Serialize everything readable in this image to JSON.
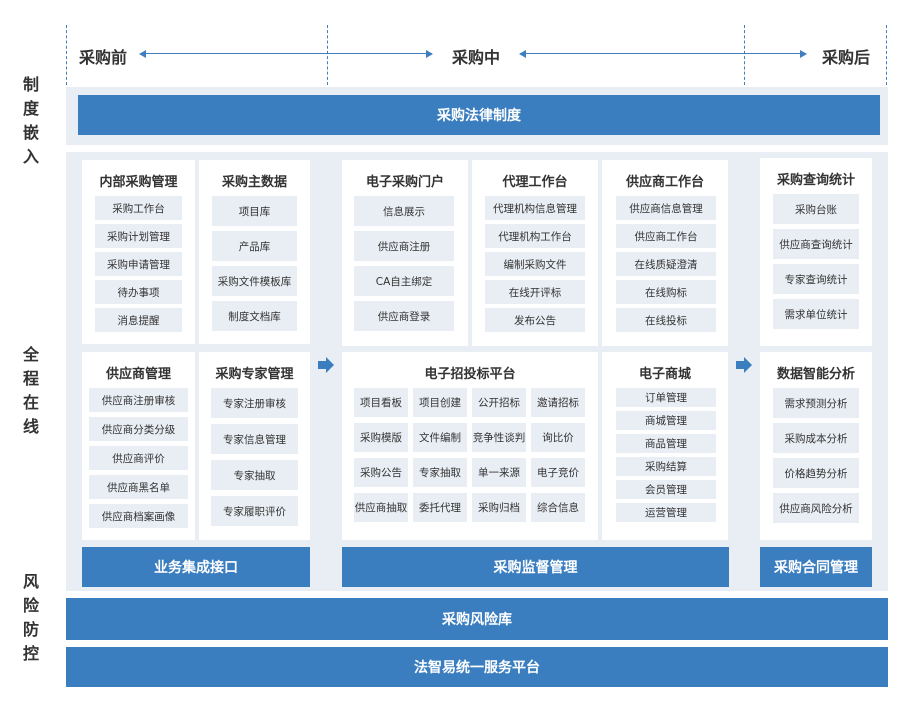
{
  "phases": {
    "before": "采购前",
    "during": "采购中",
    "after": "采购后"
  },
  "side_labels": {
    "system": "制度嵌入",
    "full": "全程在线",
    "risk": "风险防控"
  },
  "law_bar": "采购法律制度",
  "panels": {
    "internal": {
      "title": "内部采购管理",
      "items": [
        "采购工作台",
        "采购计划管理",
        "采购申请管理",
        "待办事项",
        "消息提醒"
      ]
    },
    "master": {
      "title": "采购主数据",
      "items": [
        "项目库",
        "产品库",
        "采购文件模板库",
        "制度文档库"
      ]
    },
    "portal": {
      "title": "电子采购门户",
      "items": [
        "信息展示",
        "供应商注册",
        "CA自主绑定",
        "供应商登录"
      ]
    },
    "agent": {
      "title": "代理工作台",
      "items": [
        "代理机构信息管理",
        "代理机构工作台",
        "编制采购文件",
        "在线开评标",
        "发布公告"
      ]
    },
    "supplier_ws": {
      "title": "供应商工作台",
      "items": [
        "供应商信息管理",
        "供应商工作台",
        "在线质疑澄清",
        "在线购标",
        "在线投标"
      ]
    },
    "query": {
      "title": "采购查询统计",
      "items": [
        "采购台账",
        "供应商查询统计",
        "专家查询统计",
        "需求单位统计"
      ]
    },
    "supplier_mgmt": {
      "title": "供应商管理",
      "items": [
        "供应商注册审核",
        "供应商分类分级",
        "供应商评价",
        "供应商黑名单",
        "供应商档案画像"
      ]
    },
    "expert": {
      "title": "采购专家管理",
      "items": [
        "专家注册审核",
        "专家信息管理",
        "专家抽取",
        "专家履职评价"
      ]
    },
    "bidding": {
      "title": "电子招投标平台",
      "items": [
        "项目看板",
        "项目创建",
        "公开招标",
        "邀请招标",
        "采购模版",
        "文件编制",
        "竞争性谈判",
        "询比价",
        "采购公告",
        "专家抽取",
        "单一来源",
        "电子竞价",
        "供应商抽取",
        "委托代理",
        "采购归档",
        "综合信息"
      ]
    },
    "mall": {
      "title": "电子商城",
      "items": [
        "订单管理",
        "商城管理",
        "商品管理",
        "采购结算",
        "会员管理",
        "运营管理"
      ]
    },
    "analysis": {
      "title": "数据智能分析",
      "items": [
        "需求预测分析",
        "采购成本分析",
        "价格趋势分析",
        "供应商风险分析"
      ]
    }
  },
  "bottom_bars": {
    "integration": "业务集成接口",
    "supervision": "采购监督管理",
    "contract": "采购合同管理"
  },
  "risk_bar": "采购风险库",
  "platform_bar": "法智易统一服务平台",
  "colors": {
    "accent": "#3a7ec0",
    "band": "#e9eef4"
  }
}
